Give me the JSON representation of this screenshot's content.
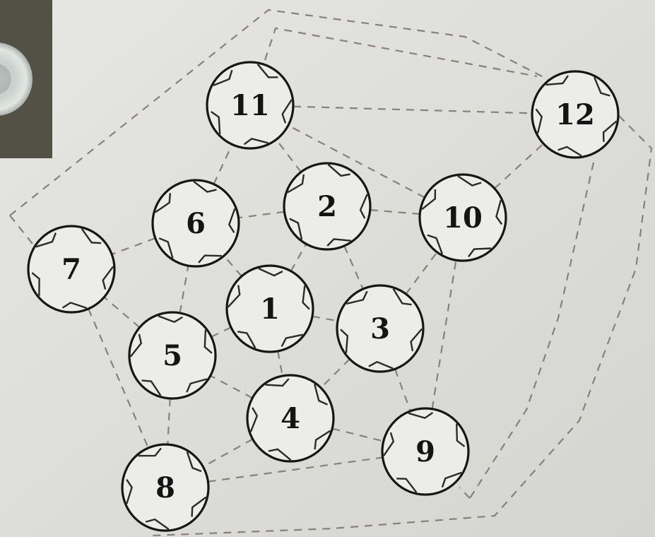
{
  "diagram": {
    "nodes": [
      {
        "id": "1",
        "label": "1"
      },
      {
        "id": "2",
        "label": "2"
      },
      {
        "id": "3",
        "label": "3"
      },
      {
        "id": "4",
        "label": "4"
      },
      {
        "id": "5",
        "label": "5"
      },
      {
        "id": "6",
        "label": "6"
      },
      {
        "id": "7",
        "label": "7"
      },
      {
        "id": "8",
        "label": "8"
      },
      {
        "id": "9",
        "label": "9"
      },
      {
        "id": "10",
        "label": "10"
      },
      {
        "id": "11",
        "label": "11"
      },
      {
        "id": "12",
        "label": "12"
      }
    ],
    "edges": [
      [
        "1",
        "2"
      ],
      [
        "1",
        "3"
      ],
      [
        "1",
        "4"
      ],
      [
        "1",
        "5"
      ],
      [
        "1",
        "6"
      ],
      [
        "2",
        "3"
      ],
      [
        "2",
        "6"
      ],
      [
        "2",
        "10"
      ],
      [
        "2",
        "11"
      ],
      [
        "3",
        "4"
      ],
      [
        "3",
        "9"
      ],
      [
        "3",
        "10"
      ],
      [
        "4",
        "5"
      ],
      [
        "4",
        "8"
      ],
      [
        "4",
        "9"
      ],
      [
        "5",
        "6"
      ],
      [
        "5",
        "7"
      ],
      [
        "5",
        "8"
      ],
      [
        "6",
        "7"
      ],
      [
        "6",
        "11"
      ],
      [
        "7",
        "8"
      ],
      [
        "8",
        "9"
      ],
      [
        "9",
        "10"
      ],
      [
        "10",
        "11"
      ],
      [
        "10",
        "12"
      ],
      [
        "11",
        "12"
      ]
    ],
    "outer_boundary": true,
    "photo_thumbnail": true,
    "colors": {
      "background": "#d9d9d7",
      "edge": "#8a7f7a",
      "ring": "#161616",
      "label": "#141414"
    }
  }
}
